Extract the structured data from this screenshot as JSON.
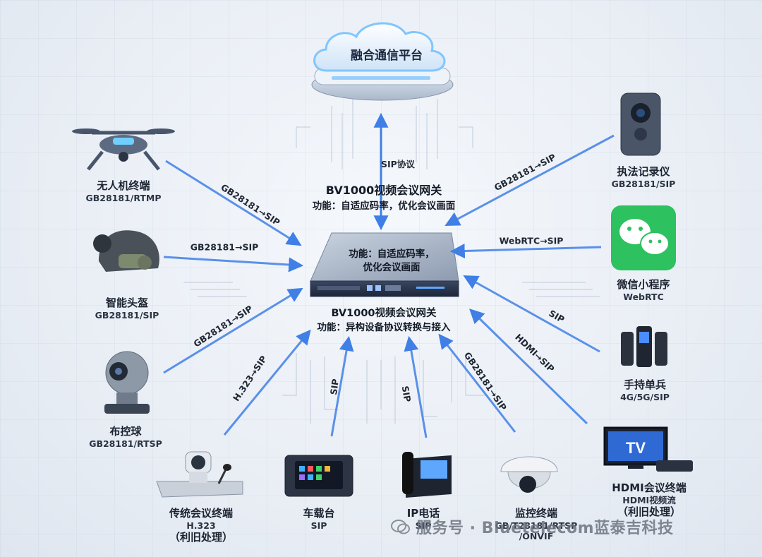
{
  "cloud": {
    "title": "融合通信平台"
  },
  "gateway_top": {
    "protocol": "SIP协议",
    "title": "BV1000视频会议网关",
    "func": "功能：自适应码率，优化会议画面"
  },
  "gateway_box": {
    "line1": "功能：自适应码率，",
    "line2": "优化会议画面"
  },
  "gateway_bottom": {
    "title": "BV1000视频会议网关",
    "func": "功能：异构设备协议转换与接入"
  },
  "devices": [
    {
      "id": "drone",
      "name": "无人机终端",
      "proto": "GB28181/RTMP",
      "edge": "GB28181→SIP"
    },
    {
      "id": "helmet",
      "name": "智能头盔",
      "proto": "GB28181/SIP",
      "edge": "GB28181→SIP"
    },
    {
      "id": "ptz",
      "name": "布控球",
      "proto": "GB28181/RTSP",
      "edge": "GB28181→SIP"
    },
    {
      "id": "legacy",
      "name": "传统会议终端",
      "proto": "H.323",
      "note": "（利旧处理）",
      "edge": "H.323→SIP"
    },
    {
      "id": "vehicle",
      "name": "车载台",
      "proto": "SIP",
      "edge": "SIP"
    },
    {
      "id": "ipphone",
      "name": "IP电话",
      "proto": "SIP",
      "edge": "SIP"
    },
    {
      "id": "monitor",
      "name": "监控终端",
      "proto": "GB/T28181/RTSP",
      "proto2": "/ONVIF",
      "edge": "GB28181→SIP"
    },
    {
      "id": "hdmi",
      "name": "HDMI会议终端",
      "proto": "HDMI视频流",
      "note": "（利旧处理）",
      "edge": "HDMI→SIP",
      "screen": "TV"
    },
    {
      "id": "handheld",
      "name": "手持单兵",
      "proto": "4G/5G/SIP",
      "edge": "SIP"
    },
    {
      "id": "wechat",
      "name": "微信小程序",
      "proto": "WebRTC",
      "edge": "WebRTC→SIP"
    },
    {
      "id": "bodycam",
      "name": "执法记录仪",
      "proto": "GB28181/SIP",
      "edge": "GB28181→SIP"
    }
  ],
  "watermark": "服务号 · Bluetelecom蓝泰吉科技",
  "colors": {
    "arrow": "#3f7fe6",
    "wechat": "#2dc160",
    "cloud_glow": "#7fc6ff"
  }
}
